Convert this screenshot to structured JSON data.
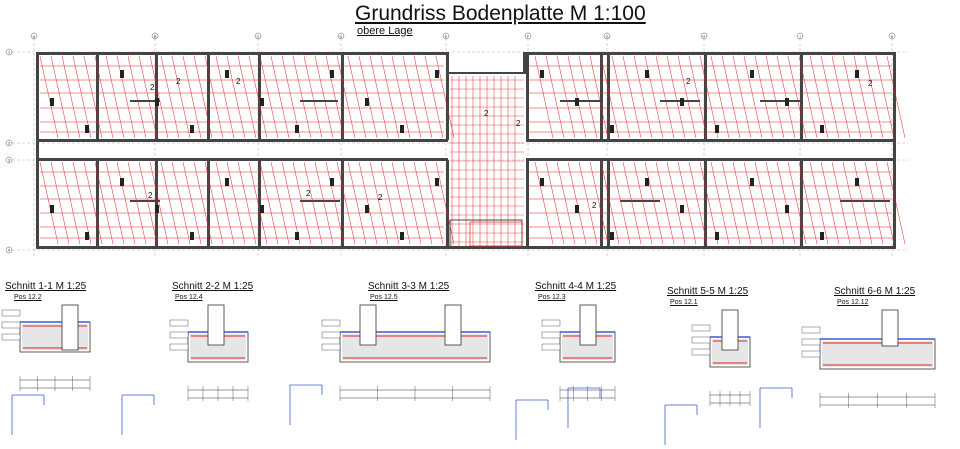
{
  "title": "Grundriss  Bodenplatte  M 1:100",
  "subtitle": "obere Lage",
  "grid_axes": [
    "A",
    "B",
    "C",
    "D",
    "E",
    "F",
    "G",
    "H",
    "I",
    "K"
  ],
  "grid_rows": [
    "1",
    "2",
    "3",
    "4"
  ],
  "sections": [
    {
      "title": "Schnitt  1-1  M 1:25",
      "pos": "Pos 12.2"
    },
    {
      "title": "Schnitt  2-2  M 1:25",
      "pos": "Pos 12.4"
    },
    {
      "title": "Schnitt  3-3  M 1:25",
      "pos": "Pos 12.5"
    },
    {
      "title": "Schnitt  4-4  M 1:25",
      "pos": "Pos 12.3"
    },
    {
      "title": "Schnitt  5-5  M 1:25",
      "pos": "Pos 12.1"
    },
    {
      "title": "Schnitt  6-6  M 1:25",
      "pos": "Pos 12.12"
    }
  ],
  "colors": {
    "wall": "#444444",
    "rebar": "#e02020",
    "insulation": "#3a5bd8",
    "text": "#111111"
  }
}
